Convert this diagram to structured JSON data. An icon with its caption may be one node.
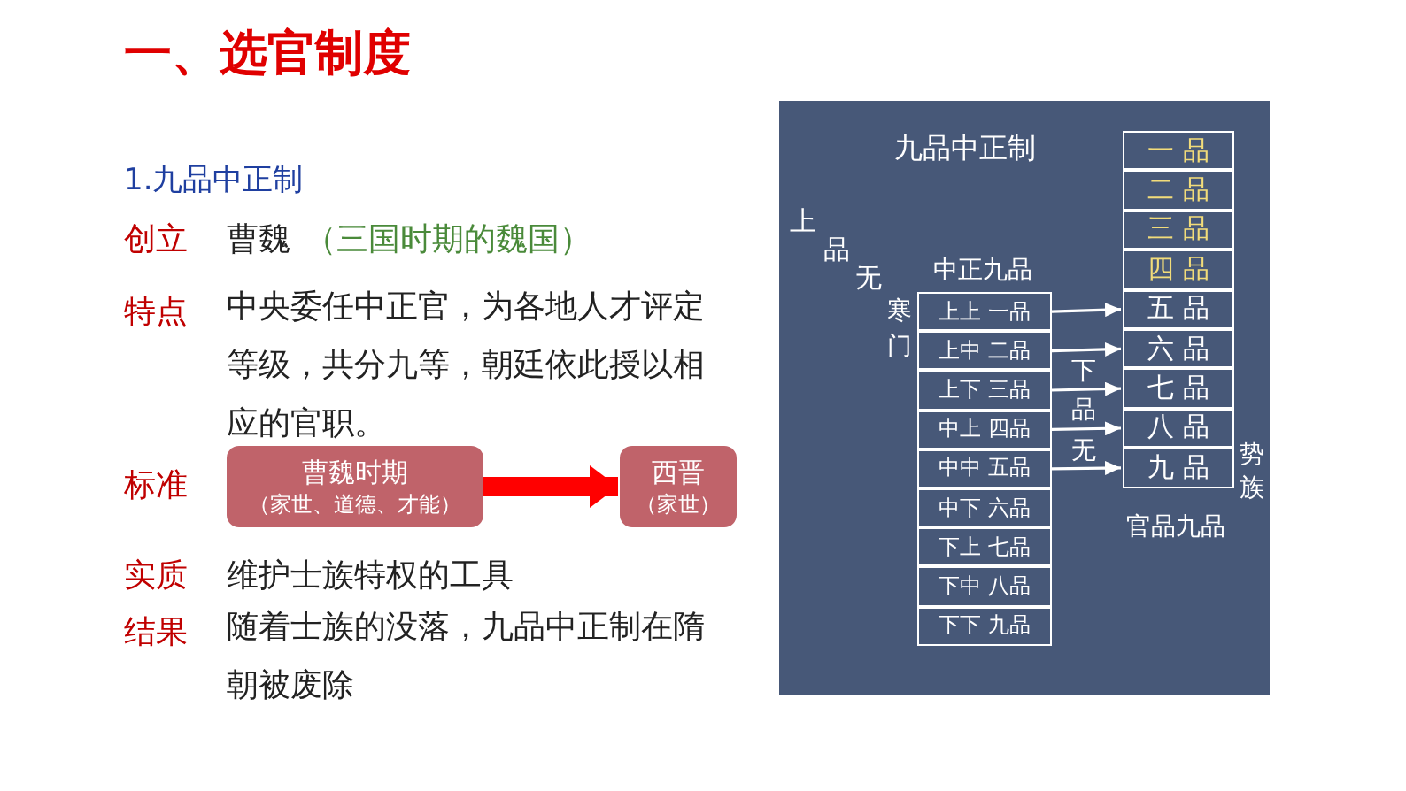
{
  "diagram": {
    "title": "一、选官制度",
    "nodes": [
      {
        "text": [
          "曹魏时期",
          "（家世、道德、才能）"
        ]
      },
      {
        "text": [
          "西晋",
          "（家世）"
        ]
      },
      {
        "text": [
          "上上 一品"
        ]
      },
      {
        "text": [
          "上中 二品"
        ]
      },
      {
        "text": [
          "上下 三品"
        ]
      },
      {
        "text": [
          "中上 四品"
        ]
      },
      {
        "text": [
          "中中 五品"
        ]
      },
      {
        "text": [
          "中下 六品"
        ]
      },
      {
        "text": [
          "下上 七品"
        ]
      },
      {
        "text": [
          "下中 八品"
        ]
      },
      {
        "text": [
          "下下 九品"
        ]
      },
      {
        "text": [
          "一 品"
        ]
      },
      {
        "text": [
          "二 品"
        ]
      },
      {
        "text": [
          "三 品"
        ]
      },
      {
        "text": [
          "四 品"
        ]
      },
      {
        "text": [
          "五 品"
        ]
      },
      {
        "text": [
          "六 品"
        ]
      },
      {
        "text": [
          "七 品"
        ]
      },
      {
        "text": [
          "八 品"
        ]
      },
      {
        "text": [
          "九 品"
        ]
      }
    ],
    "edges": [
      {
        "from": 0,
        "to": 1,
        "arrow": "to",
        "style": "thick",
        "color": "#ff0000"
      },
      {
        "from": 2,
        "to": 15,
        "arrow": "to"
      },
      {
        "from": 3,
        "to": 16,
        "arrow": "to"
      },
      {
        "from": 4,
        "to": 17,
        "arrow": "to"
      },
      {
        "from": 5,
        "to": 18,
        "arrow": "to"
      },
      {
        "from": 6,
        "to": 19,
        "arrow": "to"
      }
    ],
    "labels": [
      "1.九品中正制",
      "创立",
      "曹魏",
      "（三国时期的魏国）",
      "特点",
      "中央委任中正官，为各地人才评定等级，共分九等，朝廷依此授以相应的官职。",
      "标准",
      "实质",
      "维护士族特权的工具",
      "结果",
      "随着士族的没落，九品中正制在隋朝被废除",
      "九品中正制",
      "上",
      "品",
      "无",
      "中正九品",
      "寒",
      "门",
      "下",
      "品",
      "无",
      "势",
      "族",
      "官品九品"
    ]
  }
}
